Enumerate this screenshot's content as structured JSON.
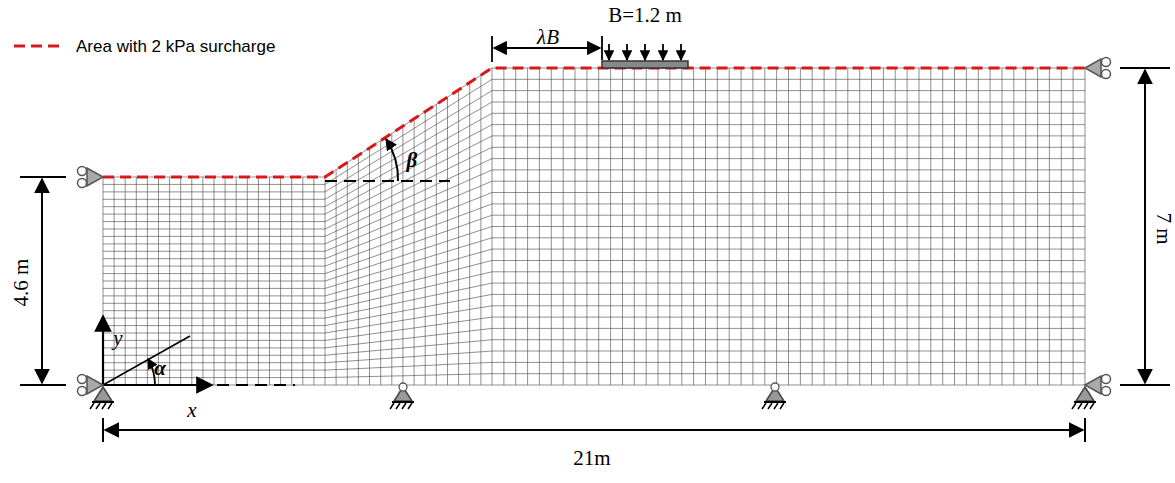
{
  "diagram": {
    "labels": [
      "B=1.2 m",
      "λB",
      "β",
      "7 m",
      "4.6 m",
      "y",
      "α",
      "x",
      "21m"
    ],
    "legend": [
      {
        "text": "Area with 2 kPa surcharge"
      }
    ]
  }
}
